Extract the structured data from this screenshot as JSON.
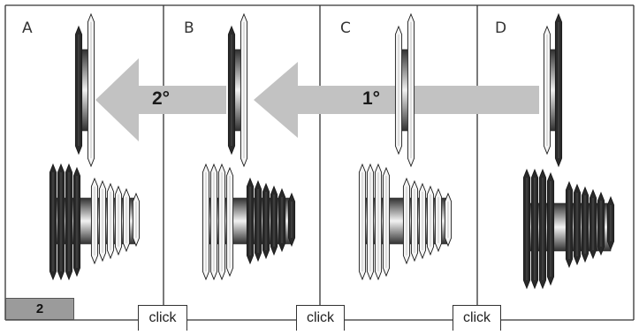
{
  "panels": [
    {
      "letter": "A"
    },
    {
      "letter": "B"
    },
    {
      "letter": "C"
    },
    {
      "letter": "D"
    }
  ],
  "arrows": {
    "first_label": "1°",
    "second_label": "2°"
  },
  "page_badge": "2",
  "click_tabs": [
    "click",
    "click",
    "click"
  ],
  "colors": {
    "dark_cog": "#2a2a2a",
    "light_cog": "#f5f5f5",
    "arrow": "#c2c2c2",
    "frame": "#333333",
    "badge": "#9b9b9b"
  }
}
